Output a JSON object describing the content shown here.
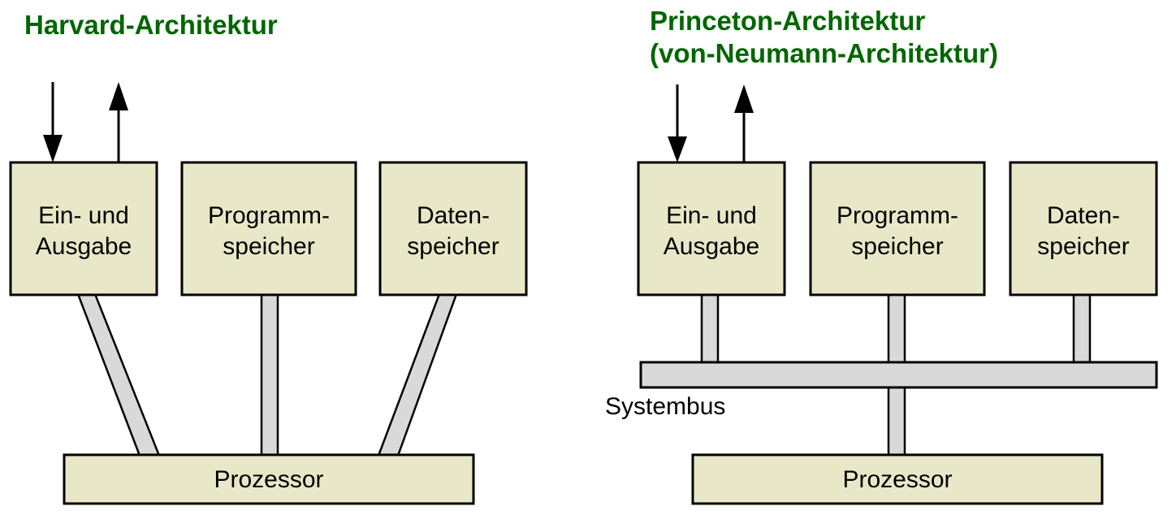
{
  "colors": {
    "title_green": "#006600",
    "box_fill": "#e8e8c8",
    "box_stroke": "#000000",
    "bus_fill": "#d9d9d9",
    "background": "#ffffff",
    "label_text": "#000000"
  },
  "left_diagram": {
    "title": "Harvard-Architektur",
    "boxes": [
      {
        "line1": "Ein- und",
        "line2": "Ausgabe"
      },
      {
        "line1": "Programm-",
        "line2": "speicher"
      },
      {
        "line1": "Daten-",
        "line2": "speicher"
      }
    ],
    "processor_label": "Prozessor",
    "arrows": [
      {
        "name": "input-arrow",
        "direction": "down"
      },
      {
        "name": "output-arrow",
        "direction": "up"
      }
    ]
  },
  "right_diagram": {
    "title_line1": "Princeton-Architektur",
    "title_line2": "(von-Neumann-Architektur)",
    "boxes": [
      {
        "line1": "Ein- und",
        "line2": "Ausgabe"
      },
      {
        "line1": "Programm-",
        "line2": "speicher"
      },
      {
        "line1": "Daten-",
        "line2": "speicher"
      }
    ],
    "bus_label": "Systembus",
    "processor_label": "Prozessor",
    "arrows": [
      {
        "name": "input-arrow",
        "direction": "down"
      },
      {
        "name": "output-arrow",
        "direction": "up"
      }
    ]
  }
}
